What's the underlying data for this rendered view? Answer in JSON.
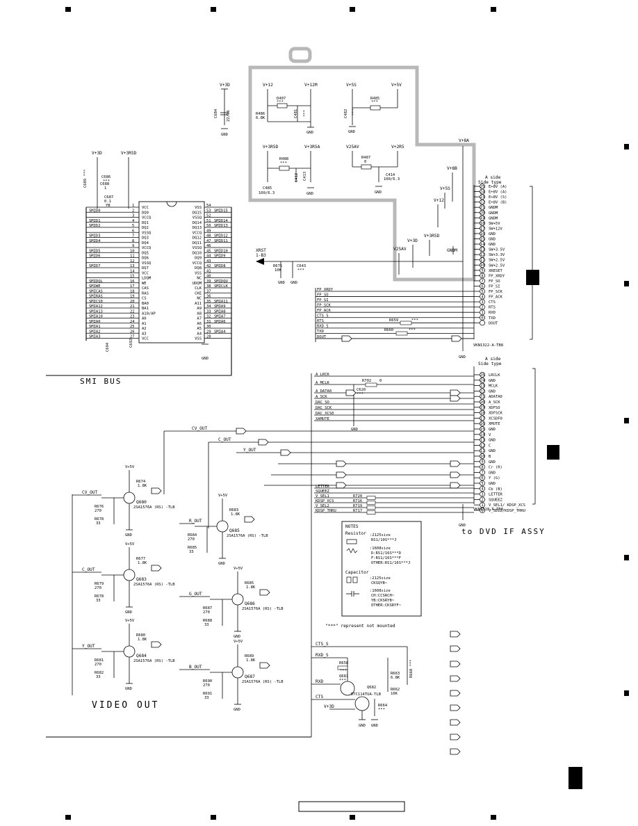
{
  "supplies_top": [
    "V+3D",
    "V+12",
    "V+12M",
    "V+5S",
    "V+5V",
    "V+3R5D",
    "V+3R5A",
    "V25AV",
    "V+2R5"
  ],
  "supplies_side": [
    "V+8A",
    "V+8B",
    "V+5S",
    "V+12",
    "V+3R5D",
    "V+3D",
    "V25AV",
    "GNDM"
  ],
  "sdram_left_pins": [
    {
      "n": "1",
      "name": "VCC"
    },
    {
      "n": "2",
      "name": "DQ0"
    },
    {
      "n": "3",
      "name": "VCCQ"
    },
    {
      "n": "4",
      "name": "DQ1"
    },
    {
      "n": "5",
      "name": "DQ2"
    },
    {
      "n": "6",
      "name": "VSSQ"
    },
    {
      "n": "7",
      "name": "DQ3"
    },
    {
      "n": "8",
      "name": "DQ4"
    },
    {
      "n": "9",
      "name": "VCCQ"
    },
    {
      "n": "10",
      "name": "DQ5"
    },
    {
      "n": "11",
      "name": "DQ6"
    },
    {
      "n": "12",
      "name": "VSSQ"
    },
    {
      "n": "13",
      "name": "DQ7"
    },
    {
      "n": "14",
      "name": "VCC"
    },
    {
      "n": "15",
      "name": "LDQM"
    },
    {
      "n": "16",
      "name": "WE"
    },
    {
      "n": "17",
      "name": "CAS"
    },
    {
      "n": "18",
      "name": "RAS"
    },
    {
      "n": "19",
      "name": "CS"
    },
    {
      "n": "20",
      "name": "BA0"
    },
    {
      "n": "21",
      "name": "BA1"
    },
    {
      "n": "22",
      "name": "A10/AP"
    },
    {
      "n": "23",
      "name": "A0"
    },
    {
      "n": "24",
      "name": "A1"
    },
    {
      "n": "25",
      "name": "A2"
    },
    {
      "n": "26",
      "name": "A3"
    },
    {
      "n": "27",
      "name": "VCC"
    }
  ],
  "sdram_right_pins": [
    {
      "n": "54",
      "name": "VSS"
    },
    {
      "n": "53",
      "name": "DQ15"
    },
    {
      "n": "52",
      "name": "VSSQ"
    },
    {
      "n": "51",
      "name": "DQ14"
    },
    {
      "n": "50",
      "name": "DQ13"
    },
    {
      "n": "49",
      "name": "VCCQ"
    },
    {
      "n": "48",
      "name": "DQ12"
    },
    {
      "n": "47",
      "name": "DQ11"
    },
    {
      "n": "46",
      "name": "VSSQ"
    },
    {
      "n": "45",
      "name": "DQ10"
    },
    {
      "n": "44",
      "name": "DQ9"
    },
    {
      "n": "43",
      "name": "VCCQ"
    },
    {
      "n": "42",
      "name": "DQ8"
    },
    {
      "n": "41",
      "name": "VSS"
    },
    {
      "n": "40",
      "name": "NC"
    },
    {
      "n": "39",
      "name": "UDQM"
    },
    {
      "n": "38",
      "name": "CLK"
    },
    {
      "n": "37",
      "name": "CKE"
    },
    {
      "n": "36",
      "name": "NC"
    },
    {
      "n": "35",
      "name": "A11"
    },
    {
      "n": "34",
      "name": "A9"
    },
    {
      "n": "33",
      "name": "A8"
    },
    {
      "n": "32",
      "name": "A7"
    },
    {
      "n": "31",
      "name": "A6"
    },
    {
      "n": "30",
      "name": "A5"
    },
    {
      "n": "29",
      "name": "A4"
    },
    {
      "n": "28",
      "name": "VSS"
    }
  ],
  "smi_left_nets": [
    "SMID0",
    "SMID1",
    "SMID2",
    "SMID3",
    "SMID4",
    "SMID5",
    "SMID6",
    "SMID7",
    "SMIDQL",
    "SMIWE",
    "SMICAS",
    "SMIRAS",
    "SMICS0",
    "SMIA12",
    "SMIA13",
    "SMIA10",
    "SMIA0",
    "SMIA1",
    "SMIA2",
    "SMIA3"
  ],
  "smi_right_nets": [
    "SMID15",
    "SMID14",
    "SMID13",
    "SMID12",
    "SMID11",
    "SMID10",
    "SMID9",
    "SMID8",
    "SMIDQU",
    "SMICLK",
    "SMIA11",
    "SMIA9",
    "SMIA8",
    "SMIA7",
    "SMIA6",
    "SMIA4"
  ],
  "connector1": {
    "header": "A side",
    "subheader": "Side type",
    "part": "VKN1322-A-TB8",
    "pins": [
      {
        "n": "25",
        "name": "E+8V (A)"
      },
      {
        "n": "24",
        "name": "E+8V (A)"
      },
      {
        "n": "23",
        "name": "E+8V (S)"
      },
      {
        "n": "22",
        "name": "E+8V (B)"
      },
      {
        "n": "21",
        "name": "GNDM"
      },
      {
        "n": "20",
        "name": "GNDM"
      },
      {
        "n": "19",
        "name": "GNDM"
      },
      {
        "n": "18",
        "name": "SW+5V"
      },
      {
        "n": "17",
        "name": "SW+12V"
      },
      {
        "n": "16",
        "name": "GND"
      },
      {
        "n": "15",
        "name": "GND"
      },
      {
        "n": "14",
        "name": "GND"
      },
      {
        "n": "13",
        "name": "SW+3.5V"
      },
      {
        "n": "12",
        "name": "SW+3.3V"
      },
      {
        "n": "11",
        "name": "SW+2.5V"
      },
      {
        "n": "10",
        "name": "SW+2.5V"
      },
      {
        "n": "9",
        "name": "XRESET"
      },
      {
        "n": "8",
        "name": "FP_XRDY"
      },
      {
        "n": "7",
        "name": "FP_SO"
      },
      {
        "n": "6",
        "name": "FP_SI"
      },
      {
        "n": "5",
        "name": "FP_SCK"
      },
      {
        "n": "4",
        "name": "FP_ACK"
      },
      {
        "n": "3",
        "name": "CTS"
      },
      {
        "n": "2",
        "name": "RTS"
      },
      {
        "n": "1",
        "name": "RXD"
      },
      {
        "n": "0",
        "name": "TXD"
      },
      {
        "n": "",
        "name": "DOUT"
      }
    ]
  },
  "connector2": {
    "header": "A side",
    "subheader": "Side type",
    "part": "VKN1318-A-TB8",
    "pins": [
      {
        "n": "25",
        "name": "LRCLK"
      },
      {
        "n": "24",
        "name": "GND"
      },
      {
        "n": "23",
        "name": "MCLK"
      },
      {
        "n": "22",
        "name": "GND"
      },
      {
        "n": "21",
        "name": "ADATA0"
      },
      {
        "n": "20",
        "name": "A_SCK"
      },
      {
        "n": "19",
        "name": "XDFSO"
      },
      {
        "n": "18",
        "name": "XDFSCK"
      },
      {
        "n": "17",
        "name": "XCSDF0"
      },
      {
        "n": "16",
        "name": "XMUTE"
      },
      {
        "n": "15",
        "name": "GND"
      },
      {
        "n": "14",
        "name": "V"
      },
      {
        "n": "13",
        "name": "GND"
      },
      {
        "n": "12",
        "name": "C"
      },
      {
        "n": "11",
        "name": "GND"
      },
      {
        "n": "10",
        "name": "B"
      },
      {
        "n": "9",
        "name": "GND"
      },
      {
        "n": "8",
        "name": "Cr (R)"
      },
      {
        "n": "7",
        "name": "GND"
      },
      {
        "n": "6",
        "name": "Y (G)"
      },
      {
        "n": "5",
        "name": "GND"
      },
      {
        "n": "4",
        "name": "Cb (B)"
      },
      {
        "n": "3",
        "name": "LETTER"
      },
      {
        "n": "2",
        "name": "SQUEEZ"
      },
      {
        "n": "1",
        "name": "V_SEL1/ KDSP_XCS"
      },
      {
        "n": "0",
        "name": "V_SEL2/KDSP_THRU"
      }
    ]
  },
  "fp_nets": [
    "FP_XRDY",
    "FP_SO",
    "FP_SI",
    "FP_SCK",
    "FP_ACK",
    "CTS_S",
    "RTS",
    "RXD_S",
    "TXD",
    "DOUT"
  ],
  "audio_nets": [
    "A_LRCK",
    "A_MCLK",
    "A_DATA0",
    "A_SCK",
    "DAC_SO",
    "DAC_SCK",
    "DAC_XCS0",
    "XAMUTE"
  ],
  "video_nets": [
    "CV_OUT",
    "C_OUT",
    "Y_OUT"
  ],
  "ctrl_nets": [
    "LETTER",
    "SQUEEZ",
    "V_SEL1",
    "KDSP_XCS",
    "V_SEL2",
    "KDSP_THRU"
  ],
  "transistors": [
    {
      "ref": "Q680",
      "part": "2SA1576A (RS) -TLB",
      "net": "CV_OUT"
    },
    {
      "ref": "Q683",
      "part": "2SA1576A (RS) -TLB",
      "net": "C_OUT"
    },
    {
      "ref": "Q684",
      "part": "2SA1576A (RS) -TLB",
      "net": "Y_OUT"
    },
    {
      "ref": "Q685",
      "part": "2SA1576A (RS) -TLB",
      "net": "R_OUT"
    },
    {
      "ref": "Q686",
      "part": "2SA1576A (RS) -TLB",
      "net": "G_OUT"
    },
    {
      "ref": "Q687",
      "part": "2SA1576A (RS) -TLB",
      "net": "B_OUT"
    }
  ],
  "smi_bus_title": "SMI BUS",
  "video_out_title": "VIDEO OUT",
  "dvd_if_title": "to DVD IF ASSY",
  "xrst_label": "XRST",
  "xrst_sub": "1-B3",
  "not_mounted": "\"***\" represent not mounted",
  "notes": {
    "title": "NOTES",
    "resistor_label": "Resistor",
    "r2125": ":2125size",
    "r2125_part": "RS1/10S***J",
    "r1608": ":1608size",
    "r1608_d": "D:RS1/16S***D",
    "r1608_f": "F:RS1/16S***F",
    "r1608_other": "OTHER:RS1/16S***J",
    "capacitor_label": "Capacitor",
    "c2125": ":2125size",
    "c2125_part": "CKSQYB~",
    "c1608": ":1608size",
    "c1608_ch": "CH:CCSRCH~",
    "c1608_yb": "YB:CKSRYB~",
    "c1608_other": "OTHER:CKSRYF~"
  },
  "q681": "Q681",
  "q682": "Q682",
  "q682_part": "DTC114TUA-TLB",
  "rs_nets": [
    "CTS_S",
    "RXD_S",
    "RXD",
    "CTS",
    "V+3D"
  ],
  "labels": {
    "gnd": "GND"
  }
}
